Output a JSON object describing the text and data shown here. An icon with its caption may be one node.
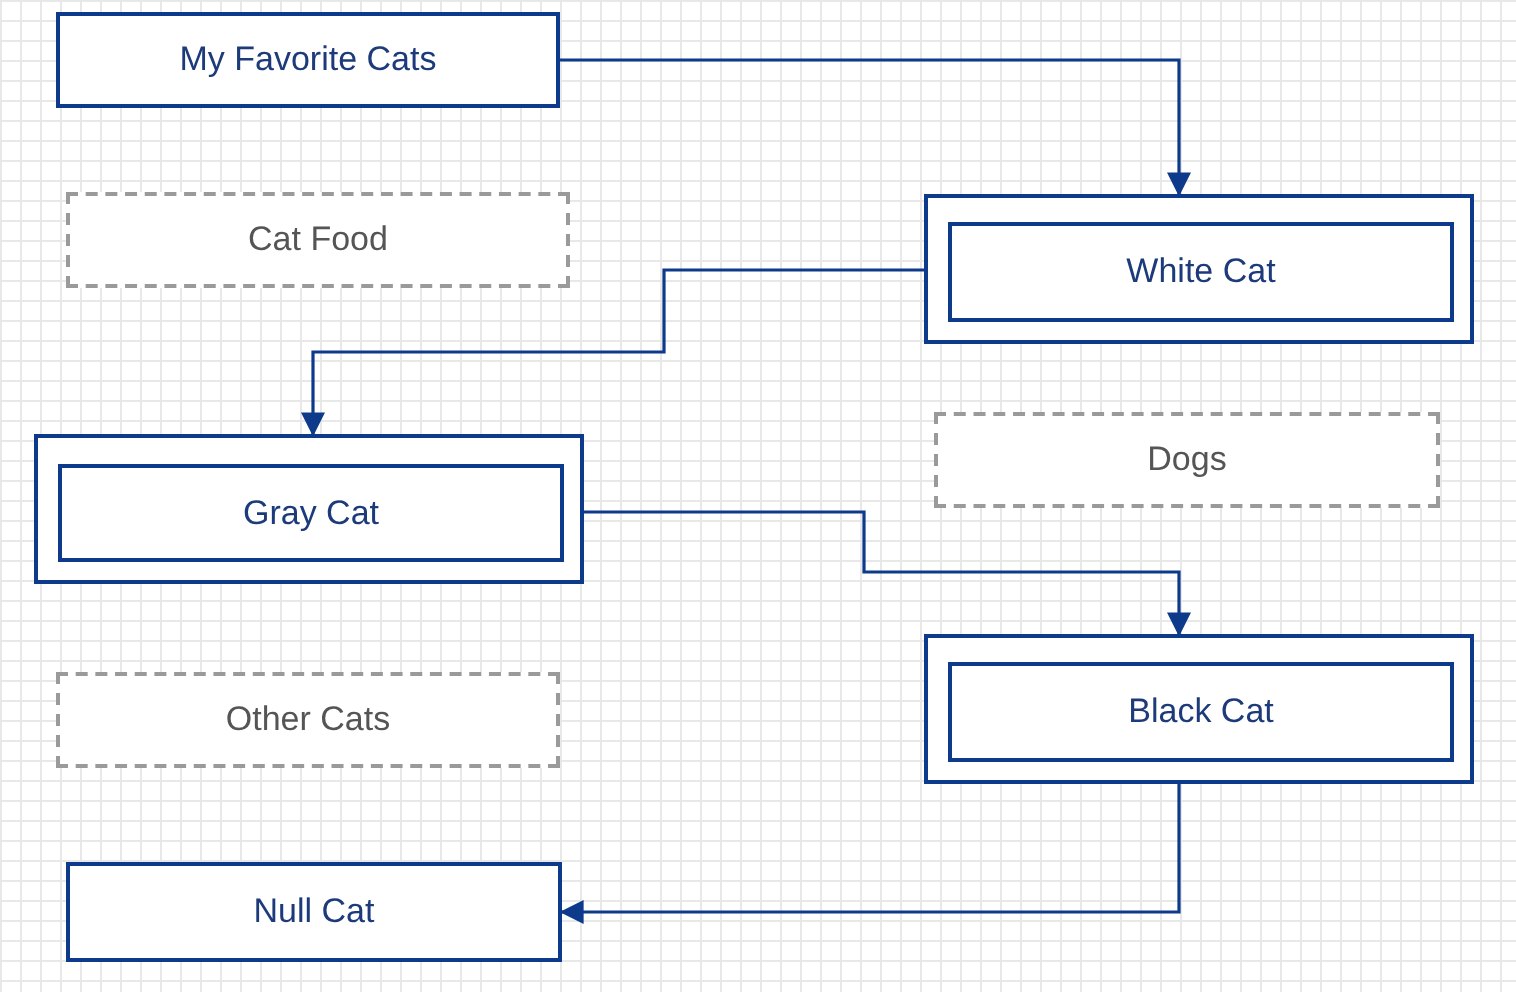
{
  "diagram": {
    "nodes": [
      {
        "text": [
          "My Favorite Cats"
        ]
      },
      {
        "text": [
          "Cat Food"
        ]
      },
      {
        "text": [],
        "shape": "box"
      },
      {
        "text": [
          "White Cat"
        ],
        "in": 2
      },
      {
        "text": [],
        "shape": "box"
      },
      {
        "text": [
          "Gray Cat"
        ],
        "in": 4
      },
      {
        "text": [
          "Dogs"
        ]
      },
      {
        "text": [
          "Other Cats"
        ]
      },
      {
        "text": [],
        "shape": "box"
      },
      {
        "text": [
          "Black Cat"
        ],
        "in": 8
      },
      {
        "text": [
          "Null Cat"
        ]
      }
    ],
    "edges": [
      {
        "from": 0,
        "to": 2,
        "arrow": "to"
      },
      {
        "from": 2,
        "to": 4,
        "arrow": "to"
      },
      {
        "from": 4,
        "to": 8,
        "arrow": "to"
      },
      {
        "from": 8,
        "to": 10,
        "arrow": "to"
      }
    ]
  }
}
